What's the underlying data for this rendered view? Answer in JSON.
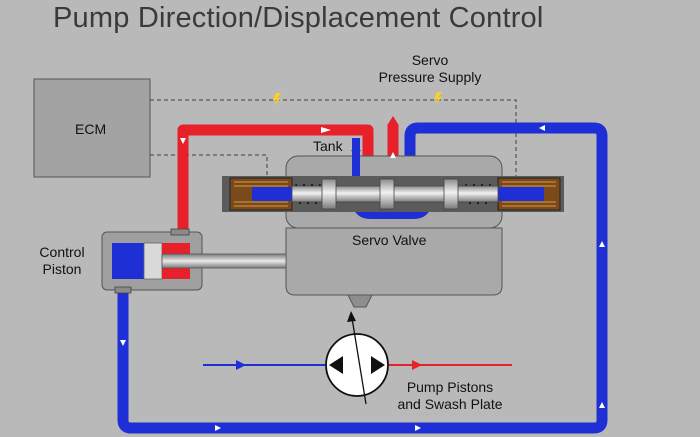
{
  "title": "Pump Direction/Displacement Control",
  "labels": {
    "ecm": "ECM",
    "servo_line1": "Servo",
    "servo_line2": "Pressure Supply",
    "tank": "Tank",
    "servo_valve": "Servo Valve",
    "control_line1": "Control",
    "control_line2": "Piston",
    "pump_line1": "Pump Pistons",
    "pump_line2": "and Swash Plate"
  },
  "colors": {
    "background": "#b9b9b9",
    "pressure_line": "#e8202a",
    "return_line": "#1f2fd6",
    "housing": "#a9a9a9",
    "signal_line": "#444444",
    "spark": "#ffd21a"
  },
  "icons": {
    "pump": "pump-symbol-icon",
    "spark": "electric-signal-icon",
    "flow_arrow": "flow-arrow-icon"
  }
}
